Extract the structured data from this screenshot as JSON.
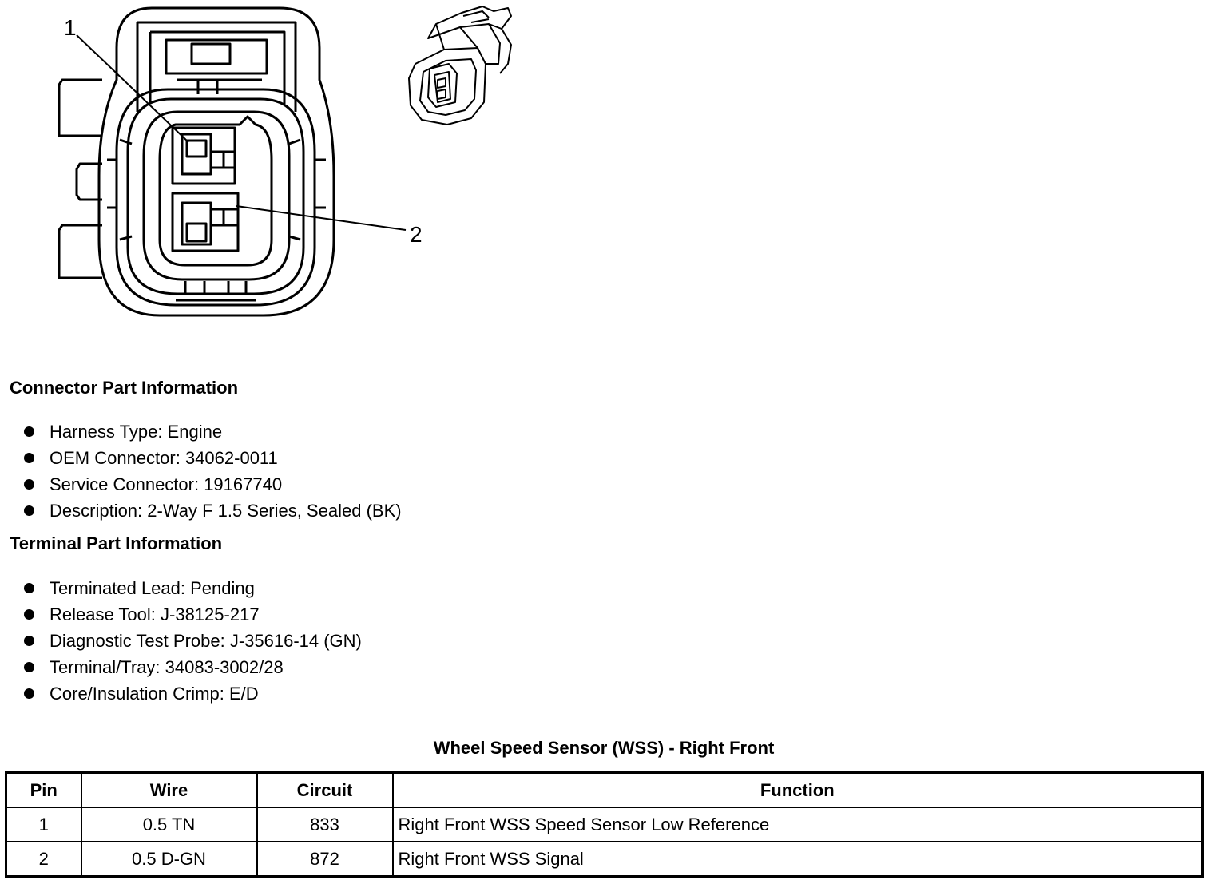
{
  "diagram": {
    "callouts": [
      "1",
      "2"
    ]
  },
  "connector_section": {
    "title": "Connector Part Information",
    "items": [
      "Harness Type: Engine",
      "OEM Connector: 34062-0011",
      "Service Connector: 19167740",
      "Description: 2-Way F 1.5 Series, Sealed (BK)"
    ]
  },
  "terminal_section": {
    "title": "Terminal Part Information",
    "items": [
      "Terminated Lead: Pending",
      "Release Tool: J-38125-217",
      "Diagnostic Test Probe: J-35616-14 (GN)",
      "Terminal/Tray: 34083-3002/28",
      "Core/Insulation Crimp: E/D"
    ]
  },
  "table": {
    "title": "Wheel Speed Sensor (WSS) - Right Front",
    "headers": [
      "Pin",
      "Wire",
      "Circuit",
      "Function"
    ],
    "rows": [
      [
        "1",
        "0.5 TN",
        "833",
        "Right Front WSS Speed Sensor Low Reference"
      ],
      [
        "2",
        "0.5 D-GN",
        "872",
        "Right Front WSS Signal"
      ]
    ]
  }
}
